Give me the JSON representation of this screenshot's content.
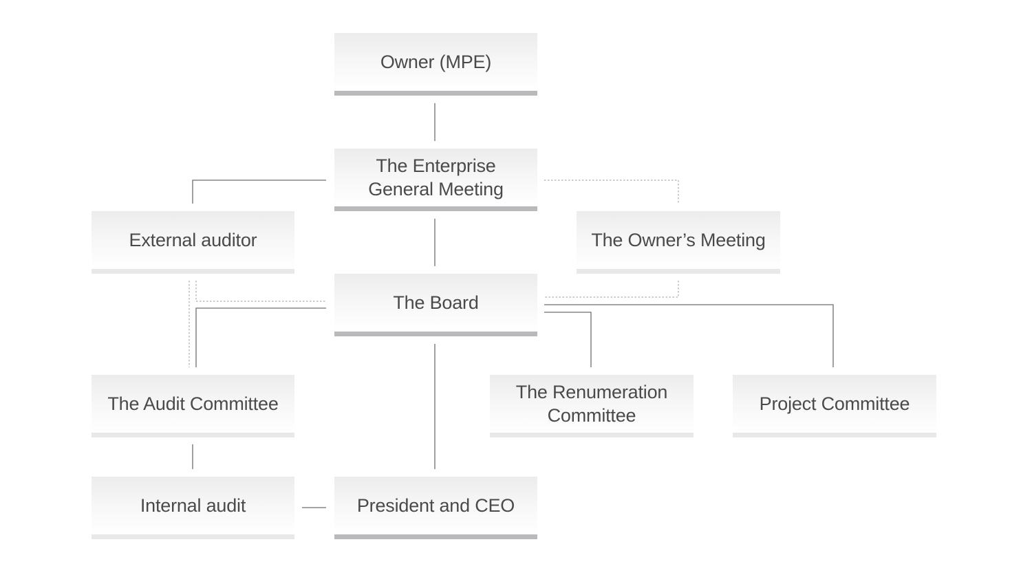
{
  "nodes": {
    "owner": "Owner (MPE)",
    "general_meeting": "The Enterprise\nGeneral Meeting",
    "external_auditor": "External auditor",
    "owners_meeting": "The Owner’s Meeting",
    "board": "The Board",
    "audit_committee": "The Audit Committee",
    "renumeration_committee": "The Renumeration\nCommittee",
    "project_committee": "Project Committee",
    "internal_audit": "Internal audit",
    "president_ceo": "President and CEO"
  },
  "colors": {
    "text": "#4a4a4a",
    "line": "#6e6e6e",
    "dashed_line": "#9a9a9a",
    "main_accent": "#b9b9bb",
    "secondary_accent": "#e8e8e8"
  }
}
